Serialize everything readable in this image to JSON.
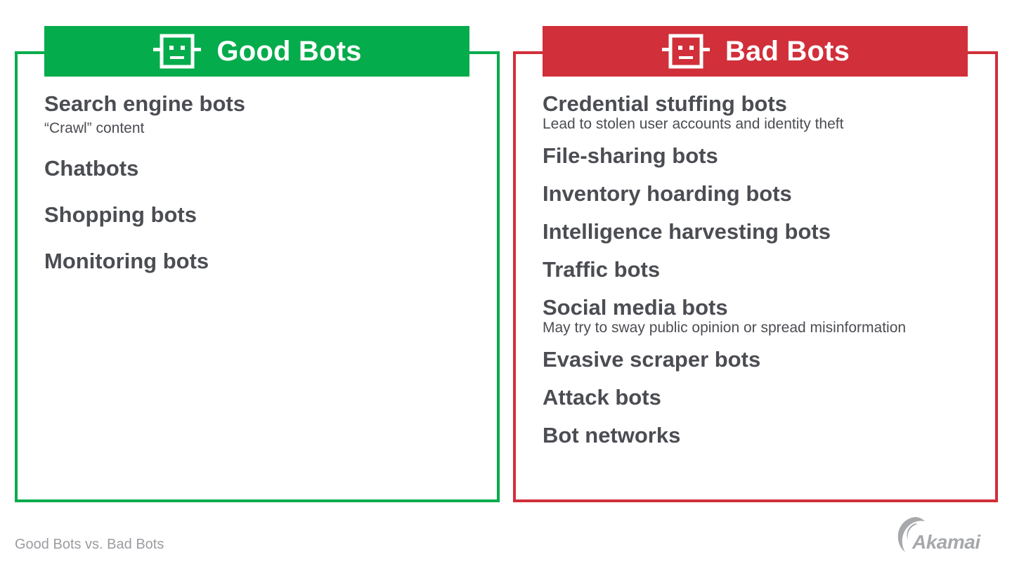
{
  "colors": {
    "good": "#05ac4c",
    "bad": "#d12f3a",
    "text": "#4b4d52",
    "caption": "#9a9ca0",
    "logo": "#a6a8ab"
  },
  "good": {
    "heading": "Good Bots",
    "icon": "robot-face-icon",
    "items": [
      {
        "title": "Search engine bots",
        "desc": "“Crawl” content"
      },
      {
        "title": "Chatbots"
      },
      {
        "title": "Shopping bots"
      },
      {
        "title": "Monitoring bots"
      }
    ]
  },
  "bad": {
    "heading": "Bad Bots",
    "icon": "robot-face-icon",
    "items": [
      {
        "title": "Credential stuffing bots",
        "desc": "Lead to stolen user accounts and identity theft"
      },
      {
        "title": "File-sharing bots"
      },
      {
        "title": "Inventory hoarding bots"
      },
      {
        "title": "Intelligence harvesting bots"
      },
      {
        "title": "Traffic bots"
      },
      {
        "title": "Social media bots",
        "desc": "May try to sway public opinion or spread misinformation"
      },
      {
        "title": "Evasive scraper bots"
      },
      {
        "title": "Attack bots"
      },
      {
        "title": "Bot networks"
      }
    ]
  },
  "caption": "Good Bots vs. Bad Bots",
  "logo": {
    "text": "Akamai",
    "icon": "akamai-wave-icon"
  }
}
